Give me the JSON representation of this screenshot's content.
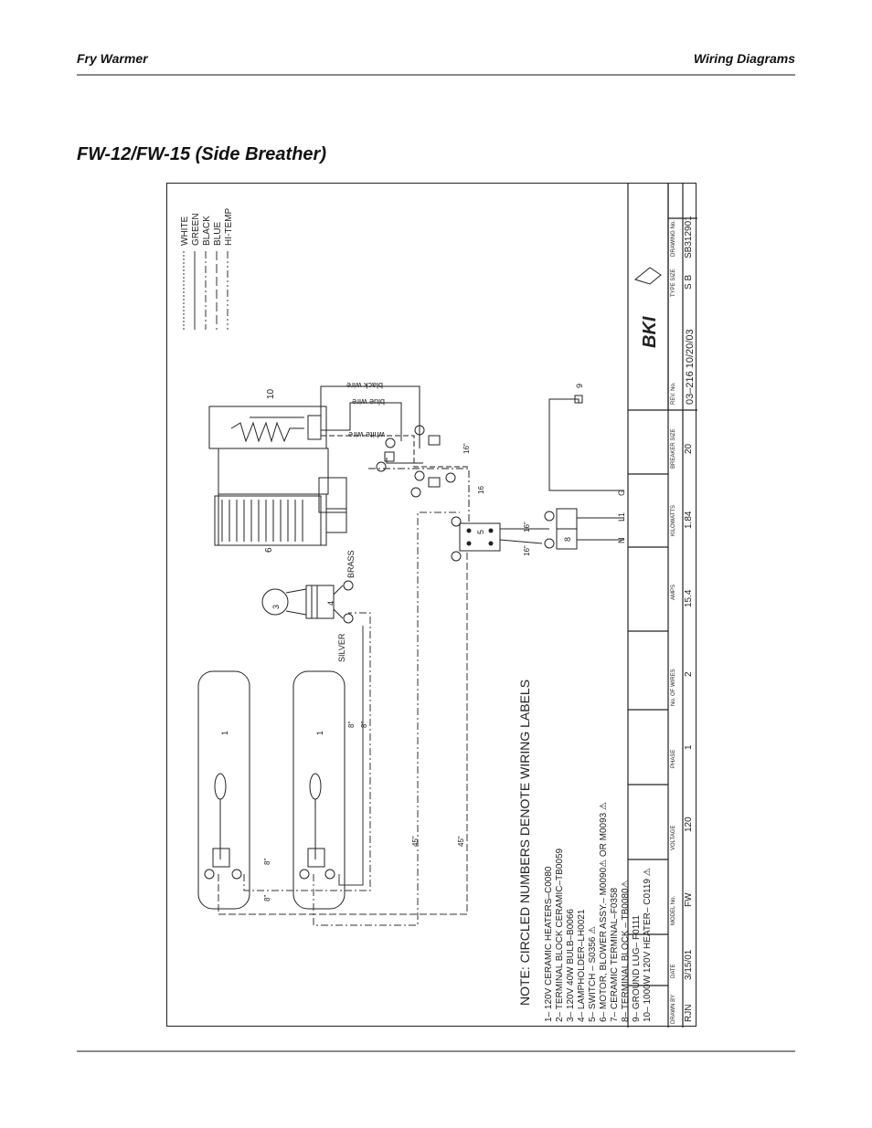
{
  "header": {
    "left": "Fry Warmer",
    "right": "Wiring Diagrams"
  },
  "title": "FW-12/FW-15 (Side Breather)",
  "legend": [
    "WHITE",
    "GREEN",
    "BLACK",
    "BLUE",
    "HI-TEMP"
  ],
  "wire_labels": {
    "black": "black wire",
    "blue": "blue wire",
    "white": "white wire"
  },
  "component_labels": {
    "brass": "BRASS",
    "silver": "SILVER",
    "n": "N",
    "l1": "L1",
    "g": "G",
    "c1a": "1",
    "c1b": "1",
    "c3": "3",
    "c4": "4",
    "c5": "5",
    "c6": "6",
    "c8": "8",
    "c9": "9",
    "c10": "10"
  },
  "dimensions": {
    "d16a": "16\"",
    "d16b": "16\"",
    "d16c": "16\"",
    "d16d": "16",
    "d8a": "8\"",
    "d8b": "8\"",
    "d8c": "8\"",
    "d8d": "8\"",
    "d45a": "45\"",
    "d45b": "45\""
  },
  "note_title": "NOTE:  CIRCLED NUMBERS DENOTE WIRING LABELS",
  "parts": [
    "1– 120V CERAMIC HEATERS–C0080",
    "2– TERMINAL BLOCK CERAMIC–TB0059",
    "3– 120V 40W BULB–B0066",
    "4– LAMPHOLDER–LH0021",
    "5– SWITCH – S0356 ⚠",
    "6– MOTOR, BLOWER ASSY.– M0090⚠ OR M0093 ⚠",
    "7– CERAMIC TERMINAL–F0358",
    "8– TERMINAL BLOCK – TB0080⚠",
    "9– GROUND LUG– F0111",
    "10– 1000W 120V HEATER– C0119 ⚠"
  ],
  "title_block": {
    "drawn_by": {
      "label": "DRAWN BY",
      "value": "RJN"
    },
    "date": {
      "label": "DATE",
      "value": "3/15/01"
    },
    "model_no": {
      "label": "MODEL No.",
      "value": "FW"
    },
    "voltage": {
      "label": "VOLTAGE",
      "value": "120"
    },
    "phase": {
      "label": "PHASE",
      "value": "1"
    },
    "no_of_wires": {
      "label": "No. OF WIRES",
      "value": "2"
    },
    "amps": {
      "label": "AMPS",
      "value": "15.4"
    },
    "kilowatts": {
      "label": "KILOWATTS",
      "value": "1.84"
    },
    "breaker_size": {
      "label": "BREAKER SIZE",
      "value": "20"
    },
    "rev_no": {
      "label": "REV. No.",
      "value": "03–216 10/20/03"
    },
    "type_size": {
      "label": "TYPE SIZE",
      "value": "S  B"
    },
    "drawing_no": {
      "label": "DRAWING No.",
      "value": "SB312901"
    },
    "logo": "BKI"
  }
}
